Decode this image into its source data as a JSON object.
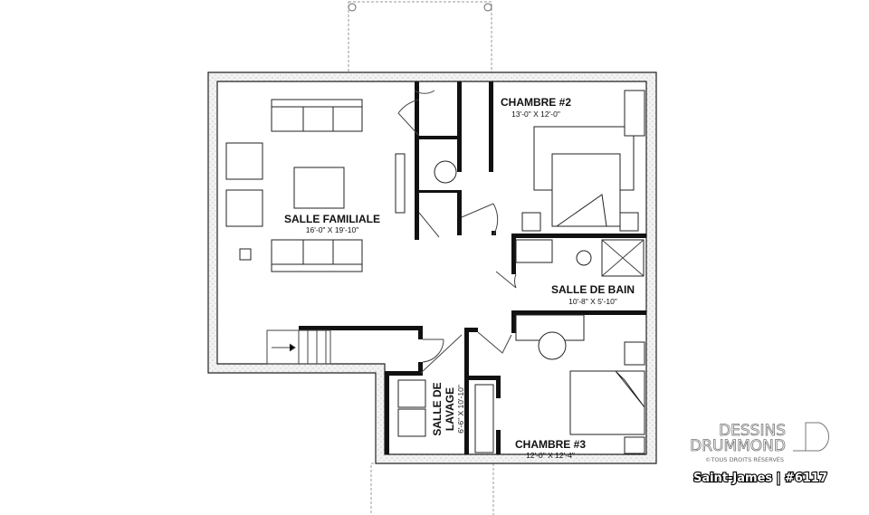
{
  "rooms": [
    {
      "name": "SALLE FAMILIALE",
      "size": "16'-0\" X 19'-10\""
    },
    {
      "name": "CHAMBRE #2",
      "size": "13'-0\" X 12'-0\""
    },
    {
      "name": "SALLE DE BAIN",
      "size": "10'-8\" X 5'-10\""
    },
    {
      "name_line1": "SALLE DE",
      "name_line2": "LAVAGE",
      "size": "6'-6\" X 10'-10\""
    },
    {
      "name": "CHAMBRE #3",
      "size": "12'-0\" X 12'-4\""
    }
  ],
  "branding": {
    "logo_line1": "DESSINS",
    "logo_line2": "DRUMMOND",
    "copyright": "©TOUS DROITS RÉSERVÉS",
    "plan_name": "Saint-James | #6117"
  }
}
